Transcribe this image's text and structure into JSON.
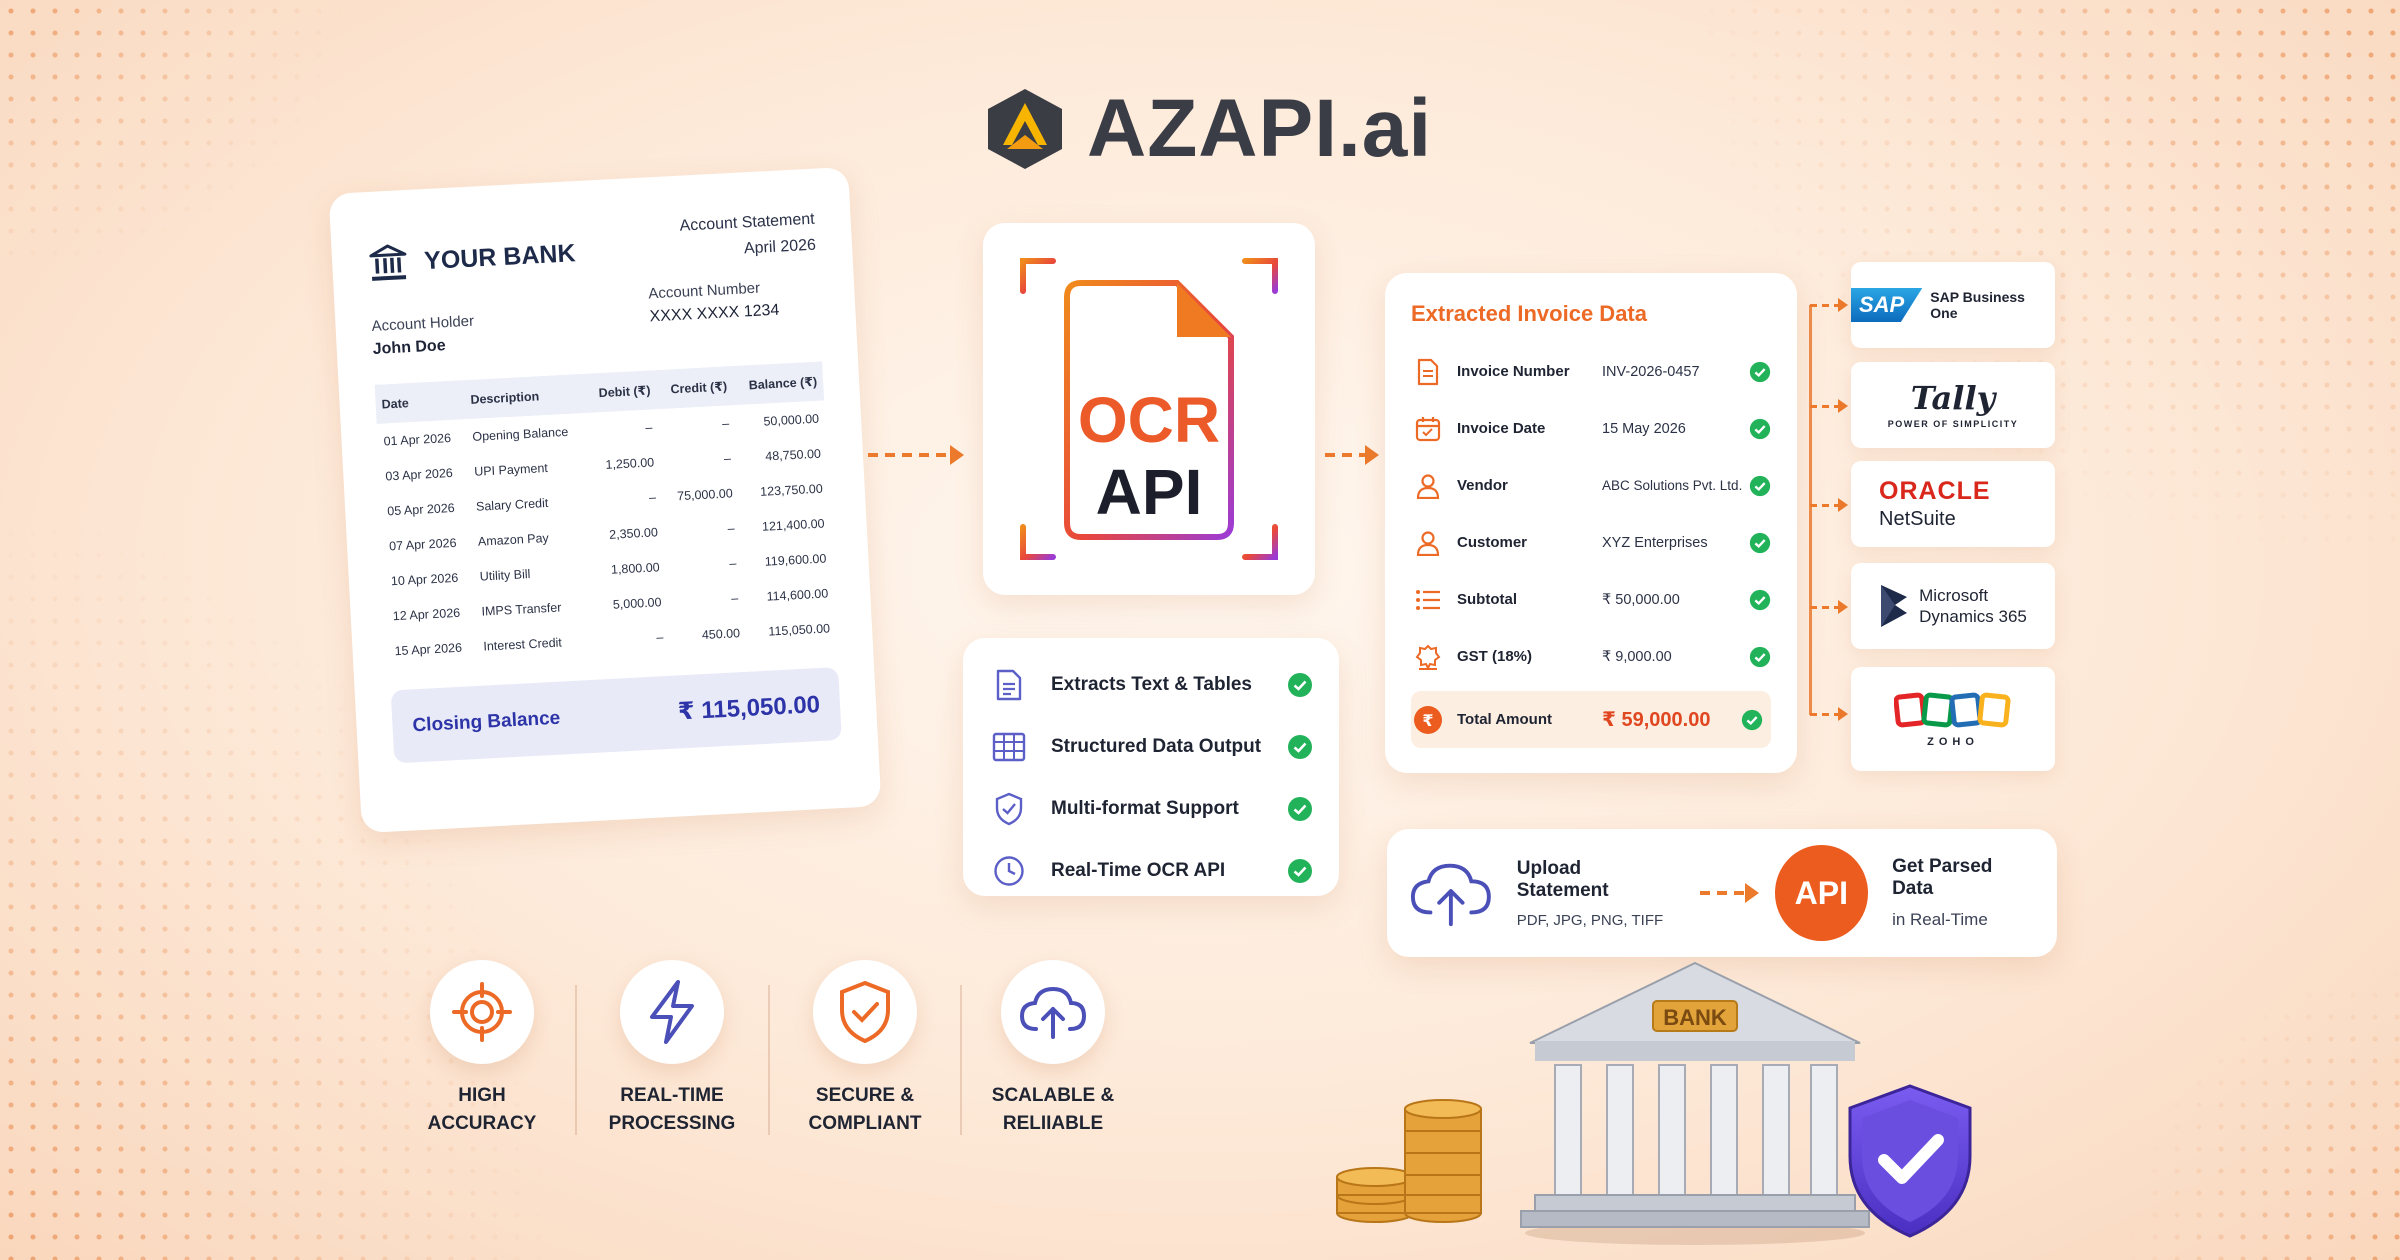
{
  "brand": {
    "name": "AZAPI.ai",
    "accent": "#ec6a26",
    "dark": "#3a3d45"
  },
  "statement": {
    "bank_name": "YOUR BANK",
    "title": "Account Statement",
    "period": "April 2026",
    "holder_label": "Account Holder",
    "holder_name": "John Doe",
    "account_label": "Account Number",
    "account_number": "XXXX XXXX 1234",
    "columns": [
      "Date",
      "Description",
      "Debit (₹)",
      "Credit (₹)",
      "Balance (₹)"
    ],
    "rows": [
      [
        "01 Apr 2026",
        "Opening Balance",
        "–",
        "–",
        "50,000.00"
      ],
      [
        "03 Apr 2026",
        "UPI Payment",
        "1,250.00",
        "–",
        "48,750.00"
      ],
      [
        "05 Apr 2026",
        "Salary Credit",
        "–",
        "75,000.00",
        "123,750.00"
      ],
      [
        "07 Apr 2026",
        "Amazon Pay",
        "2,350.00",
        "–",
        "121,400.00"
      ],
      [
        "10 Apr 2026",
        "Utility Bill",
        "1,800.00",
        "–",
        "119,600.00"
      ],
      [
        "12 Apr 2026",
        "IMPS Transfer",
        "5,000.00",
        "–",
        "114,600.00"
      ],
      [
        "15 Apr 2026",
        "Interest Credit",
        "–",
        "450.00",
        "115,050.00"
      ]
    ],
    "closing_label": "Closing Balance",
    "closing_amount": "₹ 115,050.00"
  },
  "ocr": {
    "line1": "OCR",
    "line2": "API"
  },
  "features": [
    {
      "label": "Extracts Text & Tables",
      "icon": "document-icon"
    },
    {
      "label": "Structured Data Output",
      "icon": "table-grid-icon"
    },
    {
      "label": "Multi-format Support",
      "icon": "shield-check-icon"
    },
    {
      "label": "Real-Time OCR API",
      "icon": "clock-icon"
    }
  ],
  "extracted": {
    "title": "Extracted Invoice Data",
    "rows": [
      {
        "key": "Invoice Number",
        "value": "INV-2026-0457",
        "icon": "document-icon"
      },
      {
        "key": "Invoice Date",
        "value": "15 May 2026",
        "icon": "calendar-icon"
      },
      {
        "key": "Vendor",
        "value": "ABC Solutions Pvt. Ltd.",
        "icon": "user-icon"
      },
      {
        "key": "Customer",
        "value": "XYZ Enterprises",
        "icon": "user-icon"
      },
      {
        "key": "Subtotal",
        "value": "₹ 50,000.00",
        "icon": "list-icon"
      },
      {
        "key": "GST (18%)",
        "value": "₹ 9,000.00",
        "icon": "tax-badge-icon"
      }
    ],
    "total": {
      "key": "Total Amount",
      "value": "₹ 59,000.00",
      "icon": "rupee-coin-icon"
    }
  },
  "integrations": {
    "sap": {
      "logo": "SAP",
      "text": "SAP Business One"
    },
    "tally": {
      "logo": "Tally",
      "text": "POWER OF SIMPLICITY"
    },
    "oracle": {
      "logo": "ORACLE",
      "text": "NetSuite"
    },
    "microsoft": {
      "line1": "Microsoft",
      "line2": "Dynamics 365"
    },
    "zoho": {
      "text": "ZOHO"
    }
  },
  "flow": {
    "upload_title": "Upload Statement",
    "upload_formats": "PDF, JPG, PNG, TIFF",
    "api_label": "API",
    "result_line1": "Get Parsed Data",
    "result_line2": "in Real-Time"
  },
  "badges": [
    {
      "line1": "HIGH",
      "line2": "ACCURACY",
      "icon": "target-icon"
    },
    {
      "line1": "REAL-TIME",
      "line2": "PROCESSING",
      "icon": "lightning-icon"
    },
    {
      "line1": "SECURE &",
      "line2": "COMPLIANT",
      "icon": "shield-check-icon"
    },
    {
      "line1": "SCALABLE &",
      "line2": "RELIIABLE",
      "icon": "cloud-upload-icon"
    }
  ],
  "illustration": {
    "bank_sign": "BANK"
  }
}
